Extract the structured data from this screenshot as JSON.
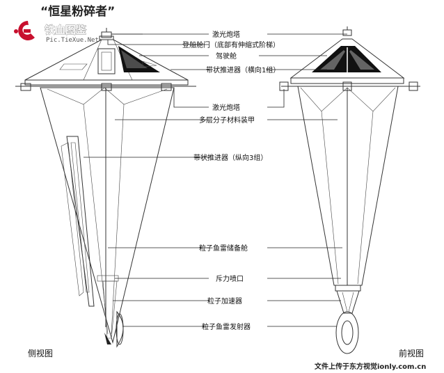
{
  "title": "“恒星粉碎者”",
  "watermark": {
    "brand": "铁血图鉴",
    "url": "Pic.TieXue.Net",
    "footer": "文件上传于东方视觉ionly.com.cn"
  },
  "views": {
    "side": "侧视图",
    "front": "前视图"
  },
  "callouts": [
    "激光炮塔",
    "登船舱门（底部有伸缩式阶梯）",
    "驾驶舱",
    "带状推进器（横向1组）",
    "激光炮塔",
    "多层分子材料装甲",
    "带状推进器（纵向3组）",
    "粒子鱼雷储备舱",
    "斥力喷口",
    "粒子加速器",
    "粒子鱼雷发射器"
  ],
  "colors": {
    "line": "#333333",
    "accent_red": "#c8102e"
  }
}
